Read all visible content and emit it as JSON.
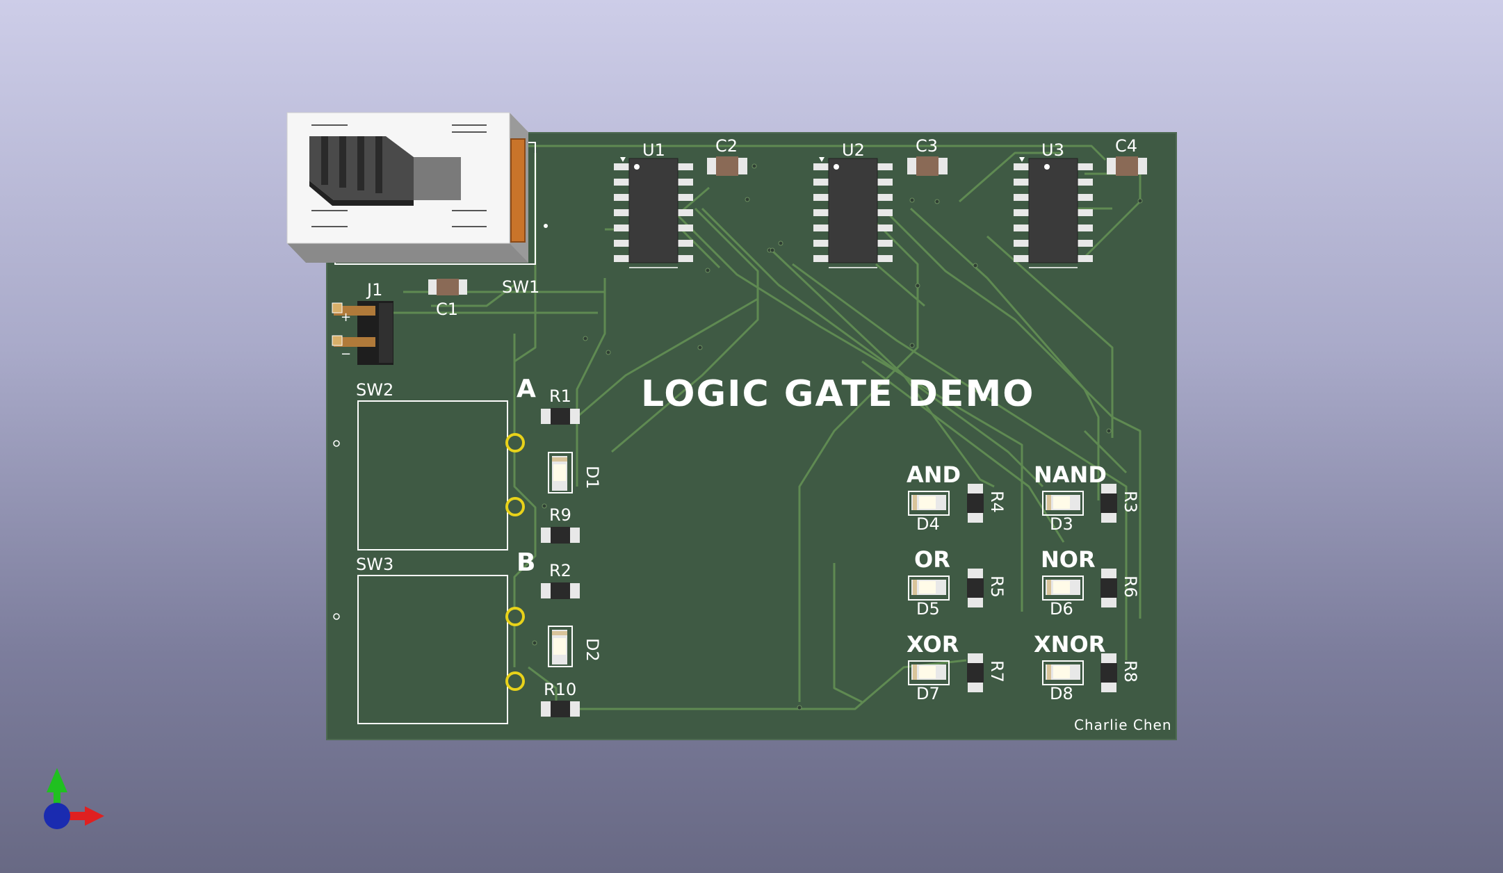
{
  "board": {
    "title": "LOGIC GATE DEMO",
    "author": "Charlie Chen",
    "colors": {
      "background_top": "#cdcde8",
      "background_bottom": "#686984",
      "soldermask": "#3f5a44",
      "trace": "#5f8a52",
      "silkscreen": "#ffffff",
      "pad": "#e8e8e8",
      "ic_body": "#3a3a3a",
      "capacitor": "#8a6a56",
      "test_point": "#e8d21a",
      "switch_actuator": "#c9742a"
    }
  },
  "refdes": {
    "u1": "U1",
    "u2": "U2",
    "u3": "U3",
    "c1": "C1",
    "c2": "C2",
    "c3": "C3",
    "c4": "C4",
    "sw1": "SW1",
    "sw2": "SW2",
    "sw3": "SW3",
    "j1": "J1",
    "r1": "R1",
    "r2": "R2",
    "r3": "R3",
    "r4": "R4",
    "r5": "R5",
    "r6": "R6",
    "r7": "R7",
    "r8": "R8",
    "r9": "R9",
    "r10": "R10",
    "d1": "D1",
    "d2": "D2",
    "d3": "D3",
    "d4": "D4",
    "d5": "D5",
    "d6": "D6",
    "d7": "D7",
    "d8": "D8"
  },
  "inputs": {
    "a": "A",
    "b": "B"
  },
  "gates": {
    "and": "AND",
    "nand": "NAND",
    "or": "OR",
    "nor": "NOR",
    "xor": "XOR",
    "xnor": "XNOR"
  },
  "connector": {
    "plus": "+",
    "minus": "−"
  },
  "axes": {
    "x_color": "#e02020",
    "y_color": "#20c020",
    "z_color": "#1a2bb0",
    "icon": "axis-triad-icon"
  }
}
